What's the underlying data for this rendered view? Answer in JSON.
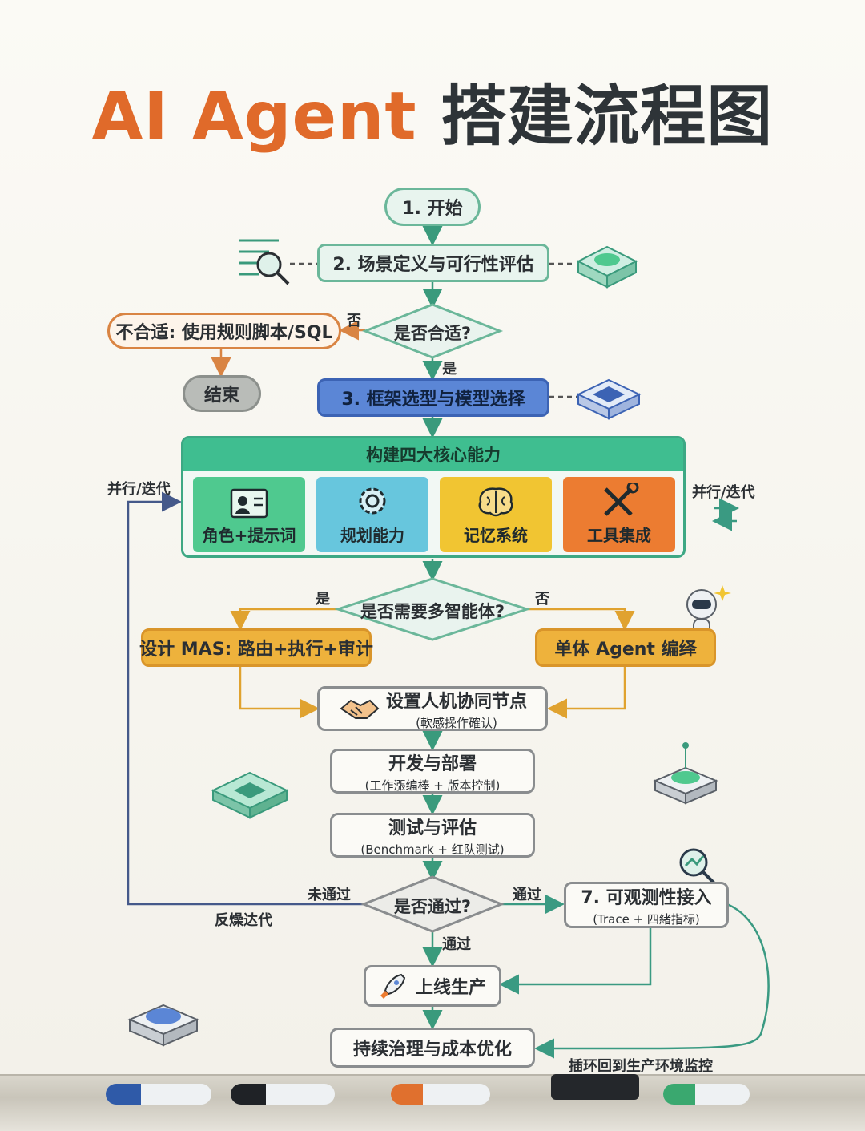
{
  "title": {
    "part1": "AI Agent",
    "part2": "搭建流程图"
  },
  "nodes": {
    "start": "1. 开始",
    "scenario": "2. 场景定义与可行性评估",
    "unsuitable": "不合适: 使用规则脚本/SQL",
    "end": "结束",
    "framework": "3. 框架选型与模型选择",
    "mas": "设计 MAS: 路由+执行+审计",
    "single": "单体 Agent 编绎",
    "hitl_title": "设置人机协同节点",
    "hitl_sub": "(軟感操作確认)",
    "dev_title": "开发与部署",
    "dev_sub": "(工作漲编棒 + 版本控制)",
    "test_title": "测试与评估",
    "test_sub": "(Benchmark + 红队测试)",
    "obs_title": "7. 可观测性接入",
    "obs_sub": "(Trace + 四緒指标)",
    "launch": "上线生产",
    "govern": "持续治理与成本优化"
  },
  "decisions": {
    "suitable": "是否合适?",
    "multi_agent": "是否需要多智能体?",
    "passed": "是否通过?"
  },
  "core": {
    "title": "构建四大核心能力",
    "items": [
      {
        "label": "角色+提示词",
        "icon": "id-card-icon",
        "color": "#4fc98f"
      },
      {
        "label": "规划能力",
        "icon": "gear-icon",
        "color": "#67c6dd"
      },
      {
        "label": "记忆系统",
        "icon": "brain-icon",
        "color": "#f1c532"
      },
      {
        "label": "工具集成",
        "icon": "tools-icon",
        "color": "#ec7c31"
      }
    ]
  },
  "edge_labels": {
    "no1": "否",
    "yes1": "是",
    "parallel_left": "并行/迭代",
    "parallel_right": "并行/迭代",
    "yes2": "是",
    "no2": "否",
    "fail": "未通过",
    "pass_right": "通过",
    "pass_down": "通过",
    "feedback": "反燥达代",
    "loop_back": "插环回到生产环境监控"
  },
  "colors": {
    "title_orange": "#e06a2a",
    "arrow_green": "#3a9a7c",
    "arrow_orange": "#d98443",
    "arrow_gold": "#e0a22f",
    "loop_blue": "#45598a",
    "loop_teal": "#3a9a82"
  }
}
